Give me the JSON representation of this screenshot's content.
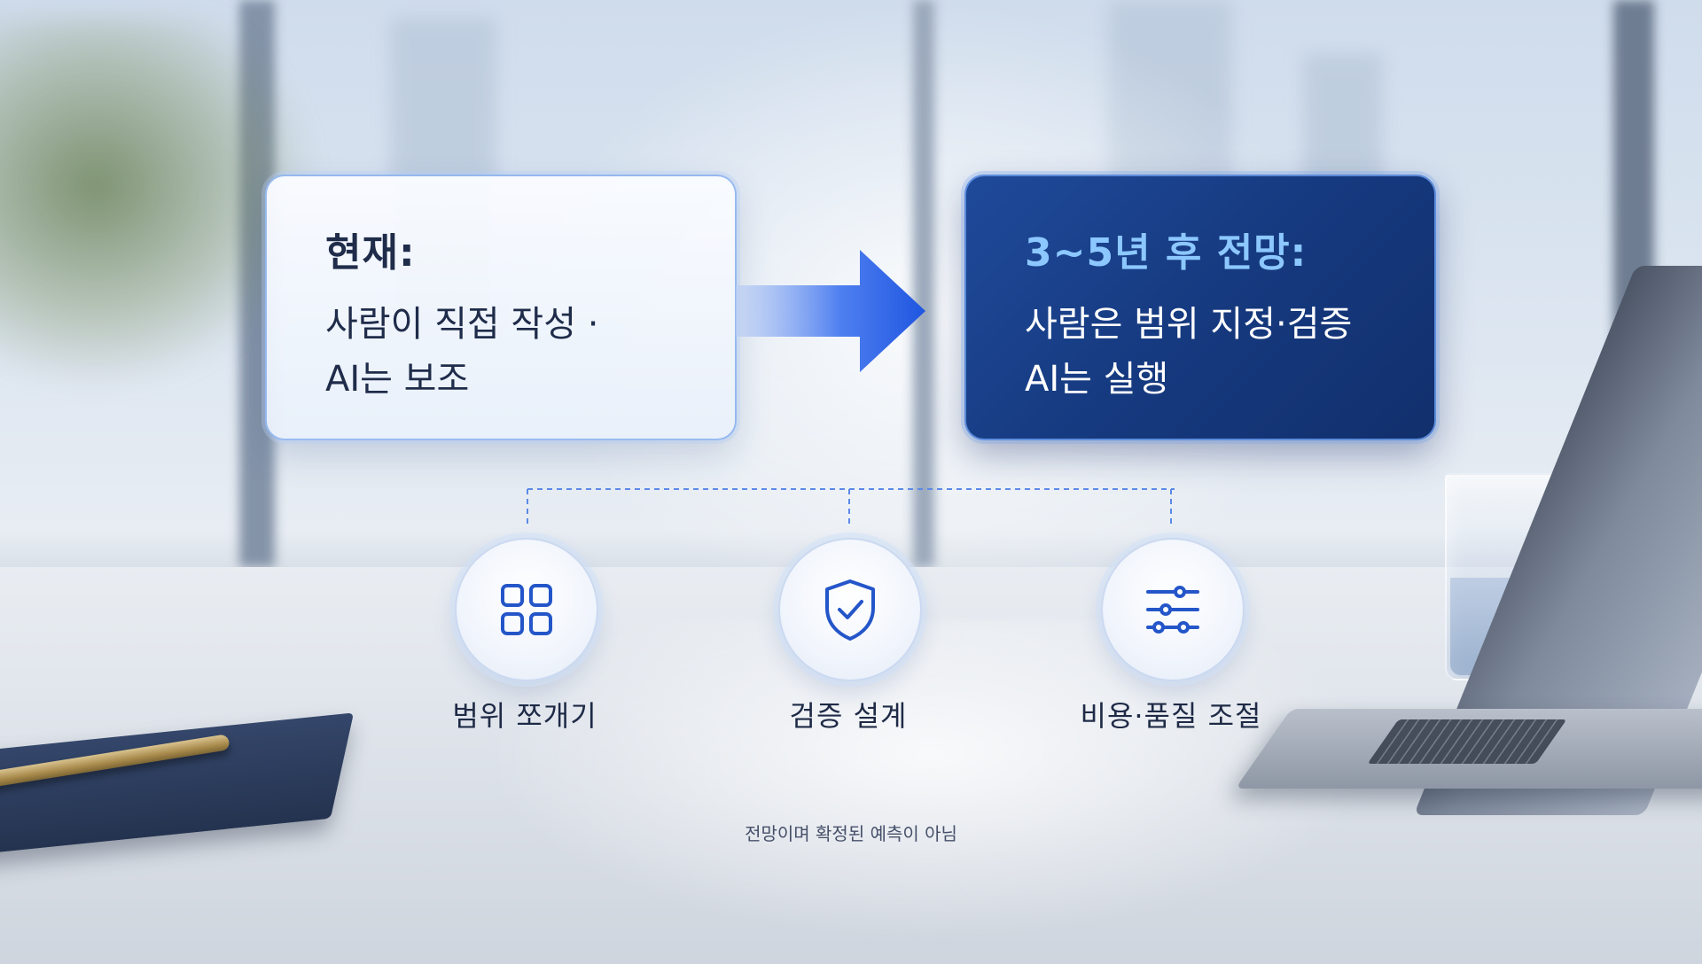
{
  "current": {
    "title": "현재:",
    "line1": "사람이 직접 작성 ·",
    "line2": "AI는 보조"
  },
  "future": {
    "title": "3~5년 후 전망:",
    "line1": "사람은 범위 지정·검증",
    "line2": "AI는 실행"
  },
  "capabilities": [
    {
      "label": "범위 쪼개기",
      "icon": "grid-icon"
    },
    {
      "label": "검증 설계",
      "icon": "shield-check-icon"
    },
    {
      "label": "비용·품질 조절",
      "icon": "sliders-icon"
    }
  ],
  "footnote": "전망이며 확정된 예측이 아님",
  "colors": {
    "accent": "#2f66e0",
    "future_card": "#163a80",
    "future_title": "#8cc8ff",
    "text_dark": "#1f2c4a"
  }
}
